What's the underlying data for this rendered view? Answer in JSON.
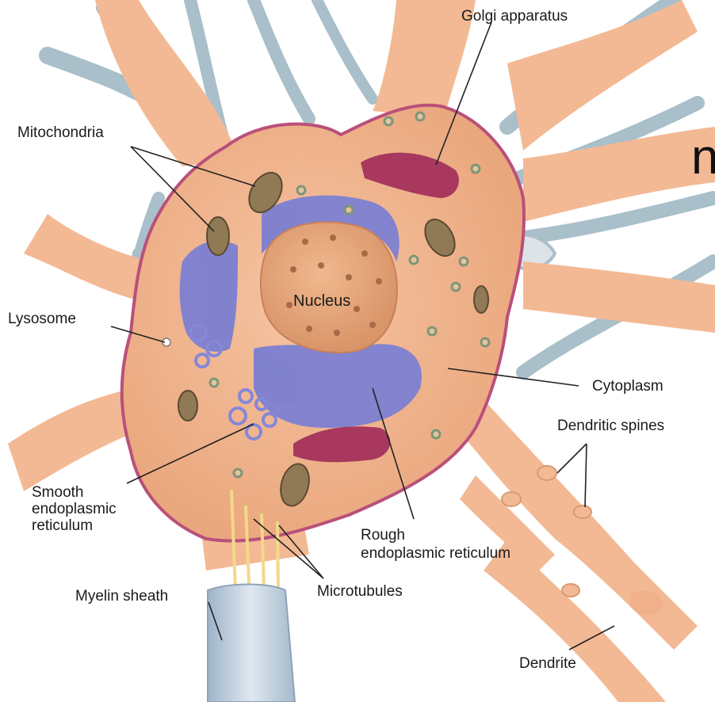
{
  "labels": {
    "golgi": "Golgi apparatus",
    "mitochondria": "Mitochondria",
    "lysosome": "Lysosome",
    "nucleus": "Nucleus",
    "cytoplasm": "Cytoplasm",
    "dendritic_spines": "Dendritic spines",
    "smooth_er_1": "Smooth",
    "smooth_er_2": "endoplasmic",
    "smooth_er_3": "reticulum",
    "rough_er_1": "Rough",
    "rough_er_2": "endoplasmic reticulum",
    "myelin_sheath": "Myelin sheath",
    "microtubules": "Microtubules",
    "dendrite": "Dendrite"
  },
  "stray_text": "n",
  "colors": {
    "cell_body": "#f3b994",
    "cell_interior": "#eeb38c",
    "membrane": "#b9507a",
    "nucleus": "#e8a77c",
    "rough_er": "#7c7fd2",
    "golgi": "#a8385e",
    "mitochondria": "#8f7a55",
    "neighbor_axons": "#a9bfca",
    "myelin": "#b9c9d8",
    "label_text": "#1a1a1a"
  }
}
